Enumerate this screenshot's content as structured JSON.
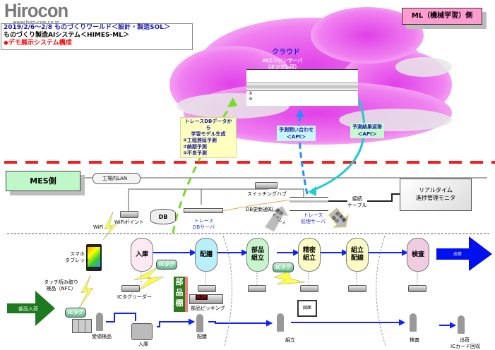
{
  "header": {
    "logo": "Hirocon",
    "url": "www.hiro-con.co.jp",
    "line1": "2019/2/6～2/8  ものづくりワールド＜設計・製造SOL＞",
    "line2": "ものづくり製造AIシステム＜HIMES-ML＞",
    "line3": "◆デモ展示システム構成"
  },
  "colors": {
    "line1": "#1a1ab4",
    "line3": "#ff0000",
    "ml_box": "#ff9ccf",
    "mes_box": "#bff7c8",
    "divider": "#ff1a1a",
    "flow": "#0010ff"
  },
  "ml_side_label": "ML（機械学習）側",
  "mes_side_label": "MES側",
  "cloud": {
    "title": "クラウド",
    "server_label_1": "AIエンジンサーバ",
    "server_label_2": "（オンプレ可）",
    "rack_marks": [
      "⑨",
      "⑩"
    ]
  },
  "annotations": {
    "training": [
      "トレースDBデータから",
      "学習モデル生成",
      "①工程遅延予測",
      "②納期予測",
      "③不良予測"
    ],
    "query_api": [
      "予測問い合わせ",
      "＜API＞"
    ],
    "result_api": [
      "予測結果返答",
      "＜API＞"
    ]
  },
  "network": {
    "lan_label": "工場内LAN",
    "hub_label": "スイッチングハブ",
    "wifi_point": "WiFiポイント",
    "wifi": "WiFi",
    "db": "DB",
    "trace_db_server": [
      "トレース",
      "DBサーバ"
    ],
    "db_update": "DB更新通知",
    "trace_proc_server": [
      "トレース",
      "処理サーバ"
    ],
    "progress_event": [
      "進捗",
      "イベント"
    ],
    "pre_info": [
      "前準備",
      "指示"
    ],
    "cable": [
      "接続",
      "ケーブル"
    ],
    "monitor": [
      "リアルタイム",
      "進捗管理モニタ"
    ]
  },
  "floor": {
    "tablet": [
      "スマホ",
      "タブレット"
    ],
    "nfc": [
      "タッチ読み取り",
      "検品（NFC）"
    ],
    "ic_tag": "ICタグ",
    "ic_reader": "ICタグリーダー",
    "parts_shelf": [
      "部",
      "品",
      "棚"
    ],
    "picking": "部品ピッキング",
    "picking_display": "0:25",
    "screen": "図面",
    "parts_in": "部品入荷",
    "shipping_out": "出荷",
    "processes": [
      {
        "label": "入庫",
        "color": "#fde8f4"
      },
      {
        "label": "配膳",
        "color": "#b8f0fa"
      },
      {
        "label": "部品\n組立",
        "color": "#c8f5cc"
      },
      {
        "label": "精密\n組立",
        "color": "#fdfbc4"
      },
      {
        "label": "組立\n配線",
        "color": "#fdfbc4"
      },
      {
        "label": "検査",
        "color": "#f0cce2"
      }
    ],
    "workers": [
      "受領検品",
      "入庫",
      "配膳",
      "組立",
      "検査",
      "出荷",
      "ICカード回収"
    ]
  }
}
